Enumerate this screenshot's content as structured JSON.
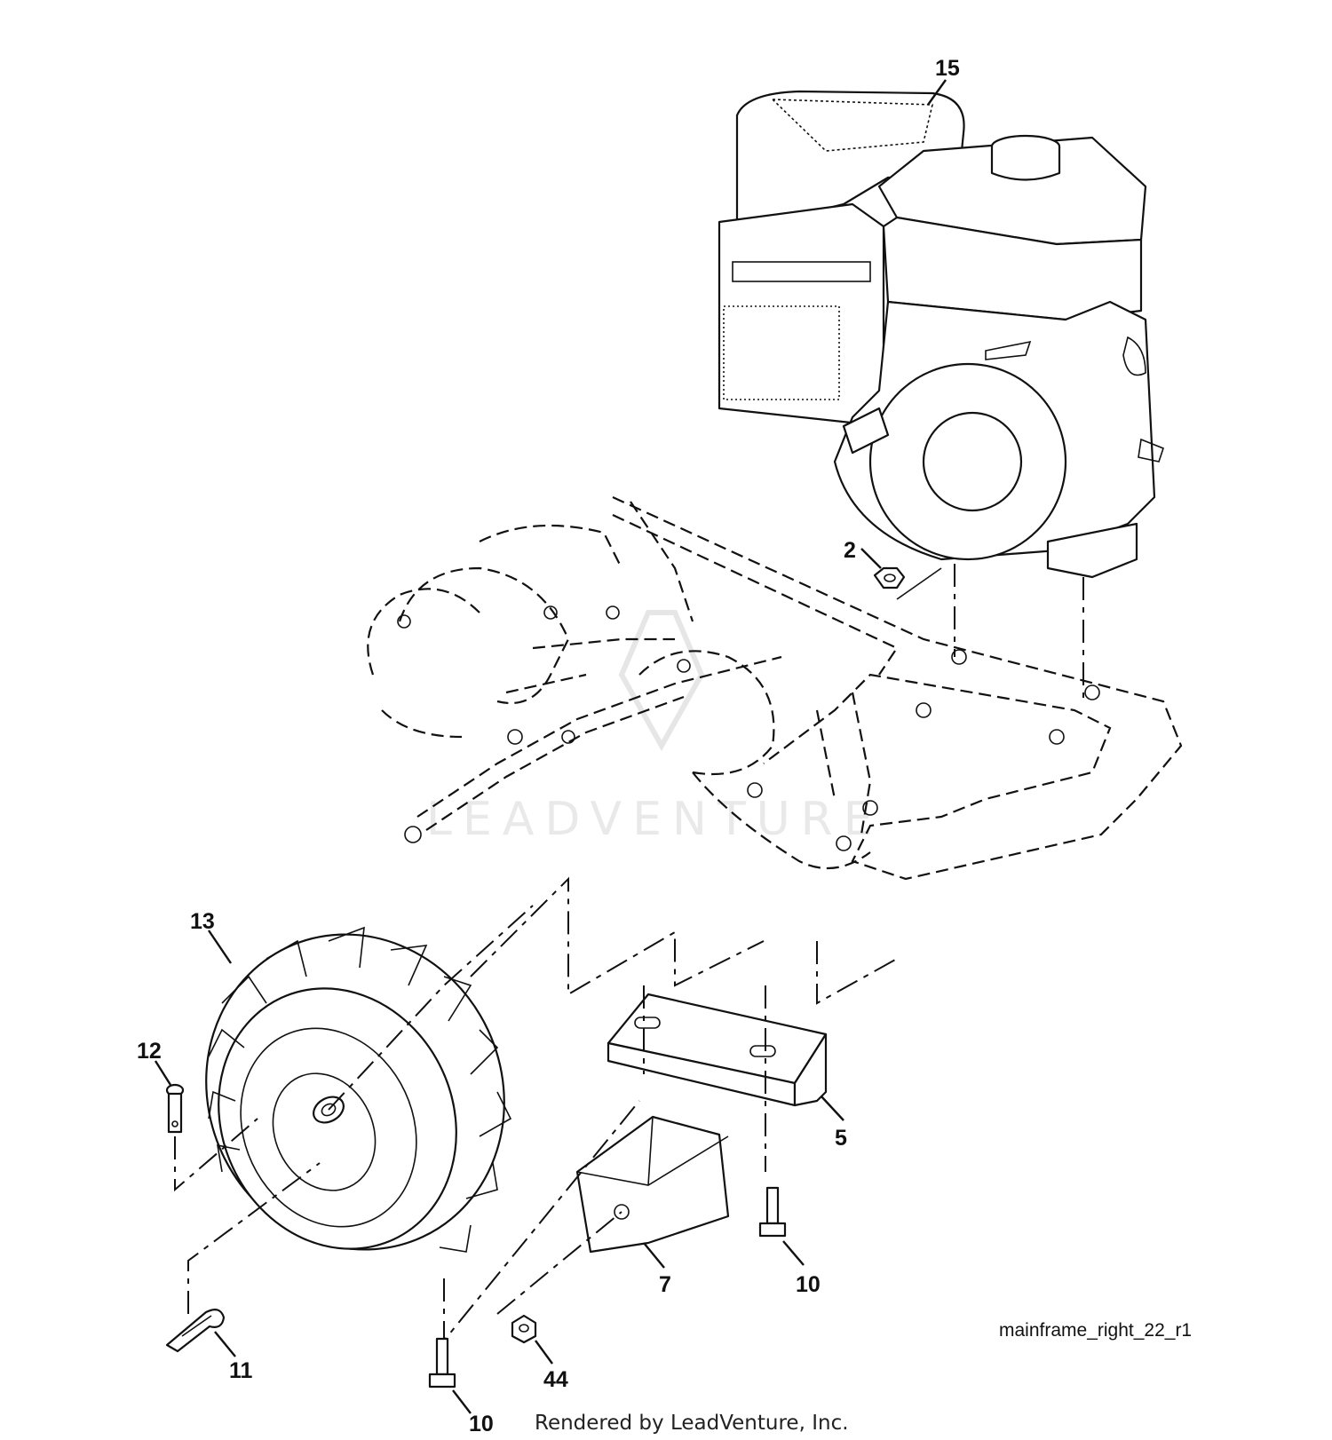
{
  "callouts": [
    {
      "id": "15",
      "label": "15",
      "part": "engine"
    },
    {
      "id": "2",
      "label": "2",
      "part": "flange-nut"
    },
    {
      "id": "13",
      "label": "13",
      "part": "wheel-tire"
    },
    {
      "id": "12",
      "label": "12",
      "part": "clevis-pin"
    },
    {
      "id": "11",
      "label": "11",
      "part": "hairpin-clip"
    },
    {
      "id": "10a",
      "label": "10",
      "part": "bolt"
    },
    {
      "id": "10b",
      "label": "10",
      "part": "bolt"
    },
    {
      "id": "44",
      "label": "44",
      "part": "nut"
    },
    {
      "id": "7",
      "label": "7",
      "part": "weight"
    },
    {
      "id": "5",
      "label": "5",
      "part": "bracket"
    }
  ],
  "reference": "mainframe_right_22_r1",
  "footer": "Rendered by LeadVenture, Inc.",
  "watermark": "LEADVENTURE"
}
